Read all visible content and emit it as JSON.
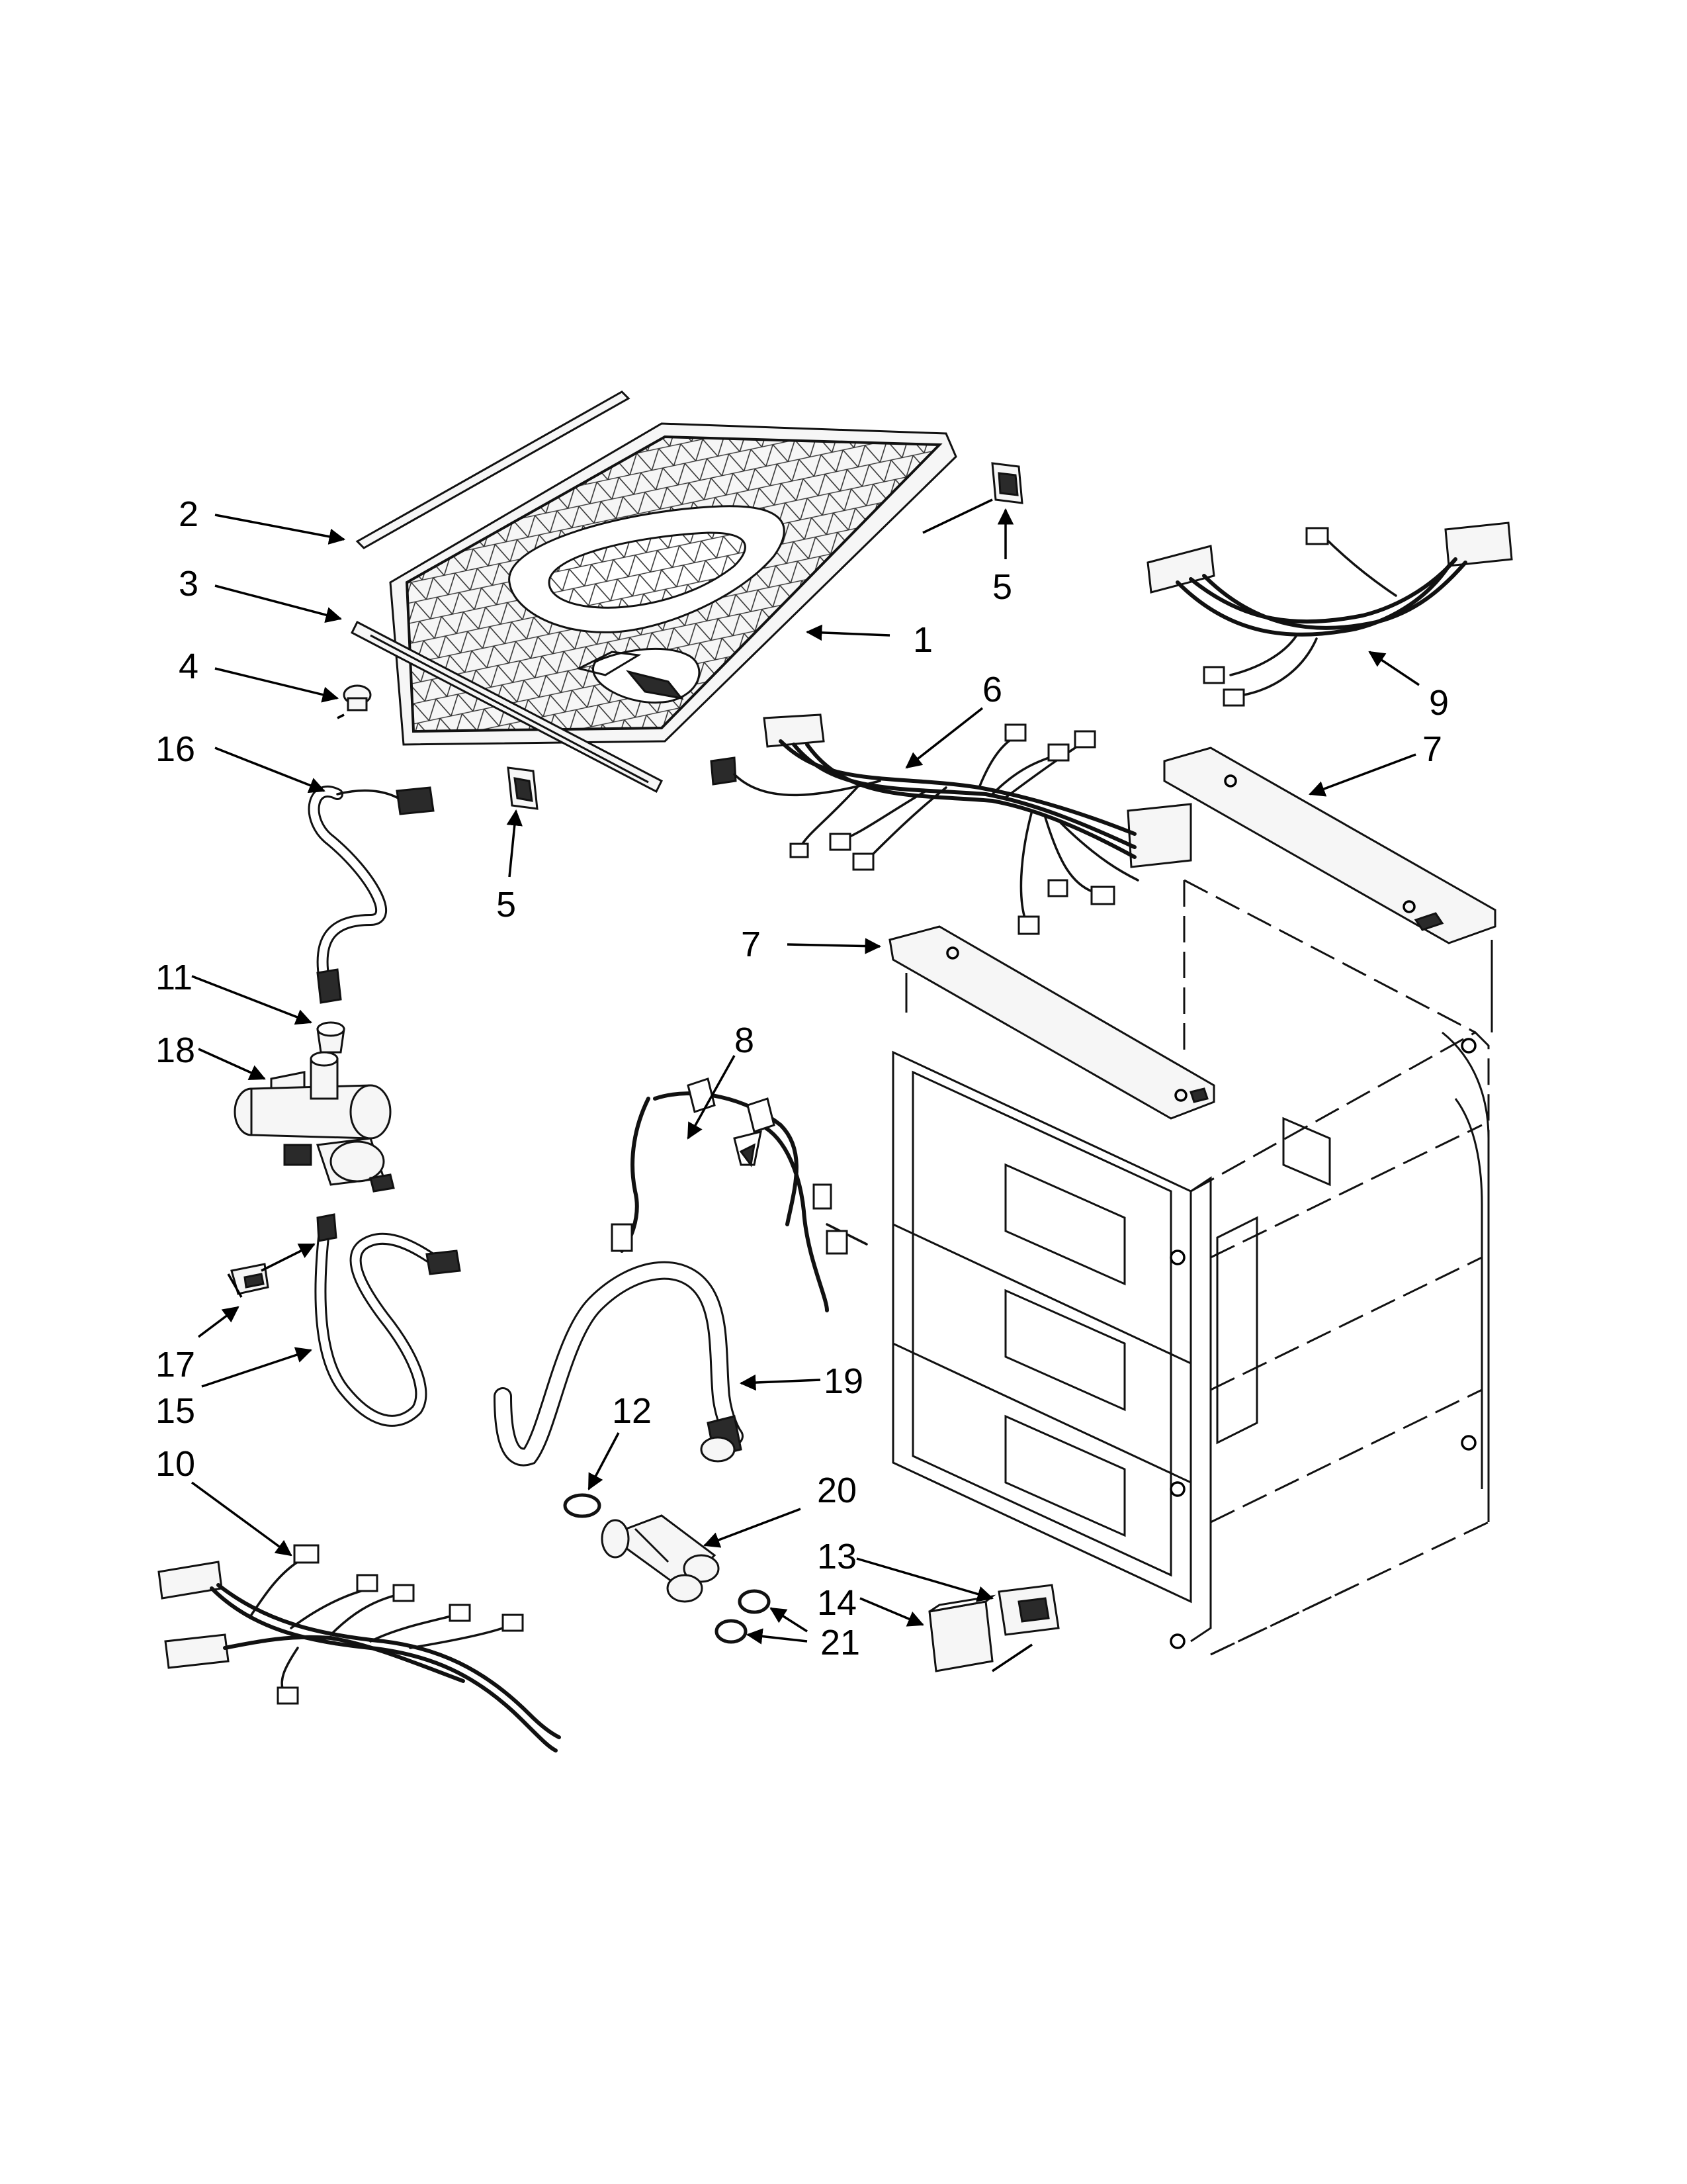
{
  "callouts": {
    "c1": "1",
    "c2": "2",
    "c3": "3",
    "c4": "4",
    "c5a": "5",
    "c5b": "5",
    "c6": "6",
    "c7a": "7",
    "c7b": "7",
    "c8": "8",
    "c9": "9",
    "c10": "10",
    "c11": "11",
    "c12": "12",
    "c13": "13",
    "c14": "14",
    "c15": "15",
    "c16": "16",
    "c17": "17",
    "c18": "18",
    "c19": "19",
    "c20": "20",
    "c21": "21"
  }
}
